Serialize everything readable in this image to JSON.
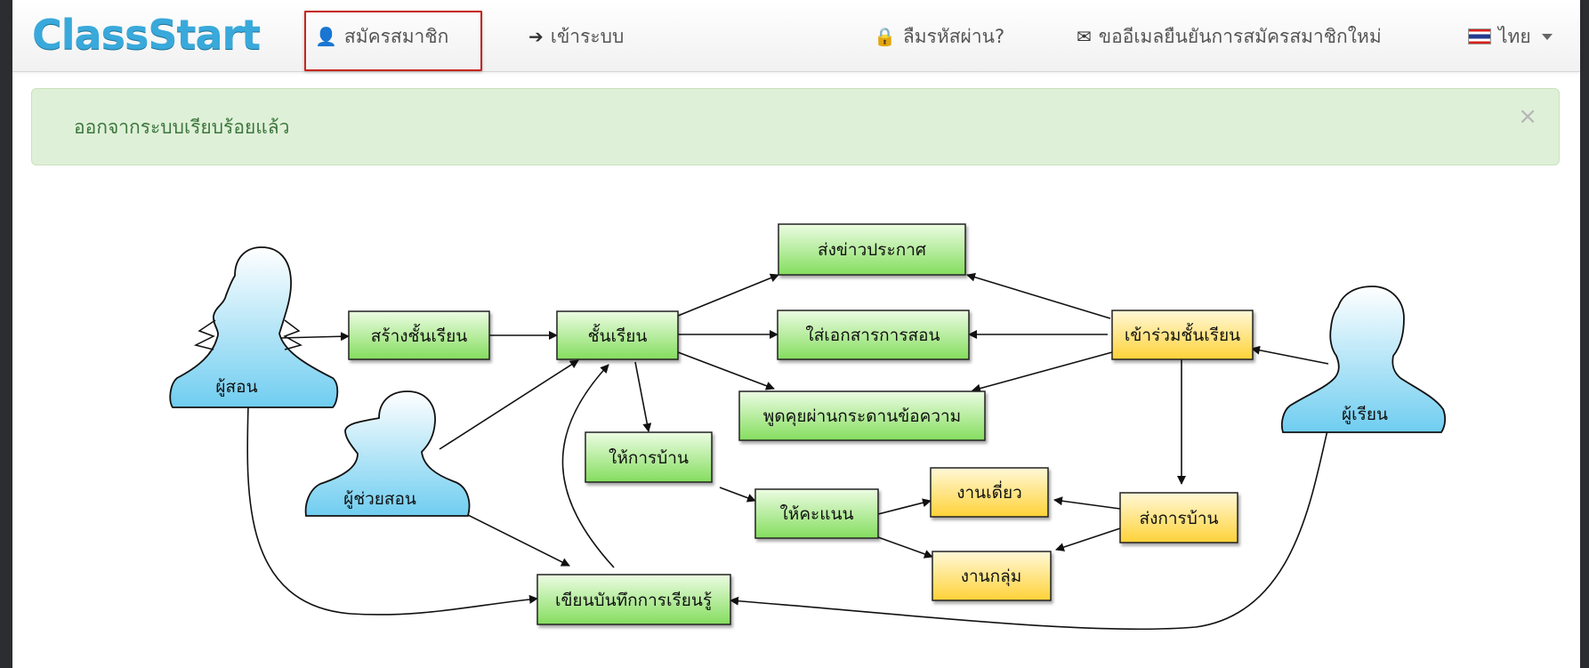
{
  "navbar": {
    "brand": "ClassStart",
    "register": "สมัครสมาชิก",
    "login": "เข้าระบบ",
    "forgot_password": "ลืมรหัสผ่าน?",
    "resend_confirmation": "ขออีเมลยืนยันการสมัครสมาชิกใหม่",
    "language": "ไทย",
    "icons": {
      "register": "user-icon",
      "login": "arrow-right-icon",
      "forgot_password": "lock-icon",
      "resend_confirmation": "envelope-icon",
      "language": "thai-flag-icon"
    }
  },
  "alert": {
    "message": "ออกจากระบบเรียบร้อยแล้ว",
    "close": "×"
  },
  "diagram": {
    "actors": {
      "teacher": "ผู้สอน",
      "assistant": "ผู้ช่วยสอน",
      "student": "ผู้เรียน"
    },
    "nodes": {
      "create_class": "สร้างชั้นเรียน",
      "classroom": "ชั้นเรียน",
      "announce": "ส่งข่าวประกาศ",
      "upload_materials": "ใส่เอกสารการสอน",
      "message_board": "พูดคุยผ่านกระดานข้อความ",
      "give_homework": "ให้การบ้าน",
      "grade": "ให้คะแนน",
      "individual_work": "งานเดี่ยว",
      "group_work": "งานกลุ่ม",
      "learning_journal": "เขียนบันทึกการเรียนรู้",
      "join_class": "เข้าร่วมชั้นเรียน",
      "submit_homework": "ส่งการบ้าน"
    },
    "colors": {
      "teacher_node": "#90e36c",
      "student_node": "#ffd84a",
      "person": "#7fd2f2"
    }
  }
}
